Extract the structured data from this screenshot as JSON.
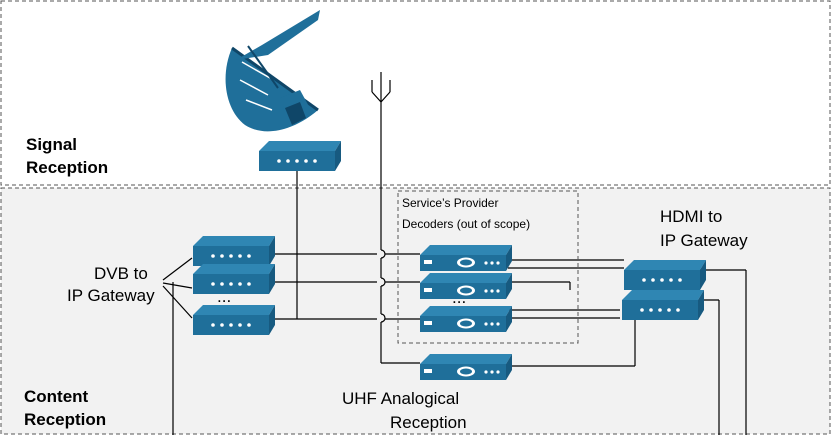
{
  "zones": {
    "signal_reception": {
      "line1": "Signal",
      "line2": "Reception"
    },
    "content_reception": {
      "line1": "Content",
      "line2": "Reception"
    }
  },
  "labels": {
    "dvb_gateway": {
      "line1": "DVB to",
      "line2": "IP Gateway"
    },
    "hdmi_gateway": {
      "line1": "HDMI to",
      "line2": "IP Gateway"
    },
    "decoders_box": {
      "line1": "Service’s Provider",
      "line2": "Decoders (out of scope)"
    },
    "uhf": {
      "line1": "UHF Analogical",
      "line2": "Reception"
    },
    "ellipsis_dvb": "...",
    "ellipsis_decoders": "..."
  },
  "colors": {
    "device_fill": "#1f6f9a",
    "device_top": "#2f86b3",
    "device_dots": "#ffffff",
    "zone_border": "#555555",
    "content_zone_bg": "#f2f2f2",
    "wire": "#000000"
  },
  "icons": [
    "satellite-dish-icon",
    "antenna-icon",
    "gateway-device-icon",
    "decoder-device-icon"
  ]
}
